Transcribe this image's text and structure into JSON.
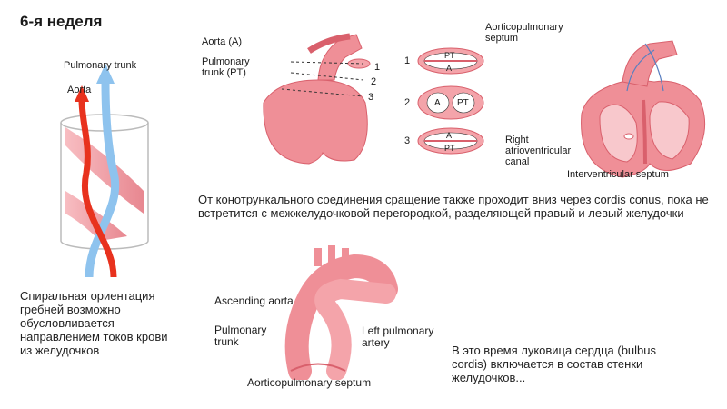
{
  "title": "6-я неделя",
  "left_panel": {
    "pulmonary_trunk_label": "Pulmonary trunk",
    "aorta_label": "Aorta",
    "caption": "Спиральная ориентация гребней возможно обусловливается направлением токов крови из желудочков"
  },
  "top_heart": {
    "aorta_label": "Aorta (A)",
    "pulmonary_trunk_label": "Pulmonary trunk (PT)",
    "section_numbers": [
      "1",
      "2",
      "3"
    ]
  },
  "cross_sections": {
    "septum_label": "Aorticopulmonary septum",
    "sections": [
      {
        "number": "1",
        "top": "PT",
        "bottom": "A"
      },
      {
        "number": "2",
        "left": "A",
        "right": "PT"
      },
      {
        "number": "3",
        "top": "A",
        "bottom": "PT"
      }
    ]
  },
  "section_heart": {
    "right_av_canal_label": "Right atrioventricular canal",
    "interventricular_septum_label": "Interventricular septum"
  },
  "middle_text": "От конотрункального соединения сращение также проходит вниз через cordis conus, пока не встретится с межжелудочковой перегородкой, разделяющей правый и левый желудочки",
  "bottom_vessels": {
    "ascending_aorta_label": "Ascending aorta",
    "pulmonary_trunk_label": "Pulmonary trunk",
    "left_pulmonary_artery_label": "Left pulmonary artery",
    "septum_label": "Aorticopulmonary septum"
  },
  "bottom_right_text": "В это время луковица сердца (bulbus cordis) включается в состав стенки желудочков...",
  "colors": {
    "tissue": "#ef8f97",
    "tissue_dark": "#d9606c",
    "aorta_arrow": "#e8321e",
    "pulmonary_arrow": "#8ec3ee"
  }
}
